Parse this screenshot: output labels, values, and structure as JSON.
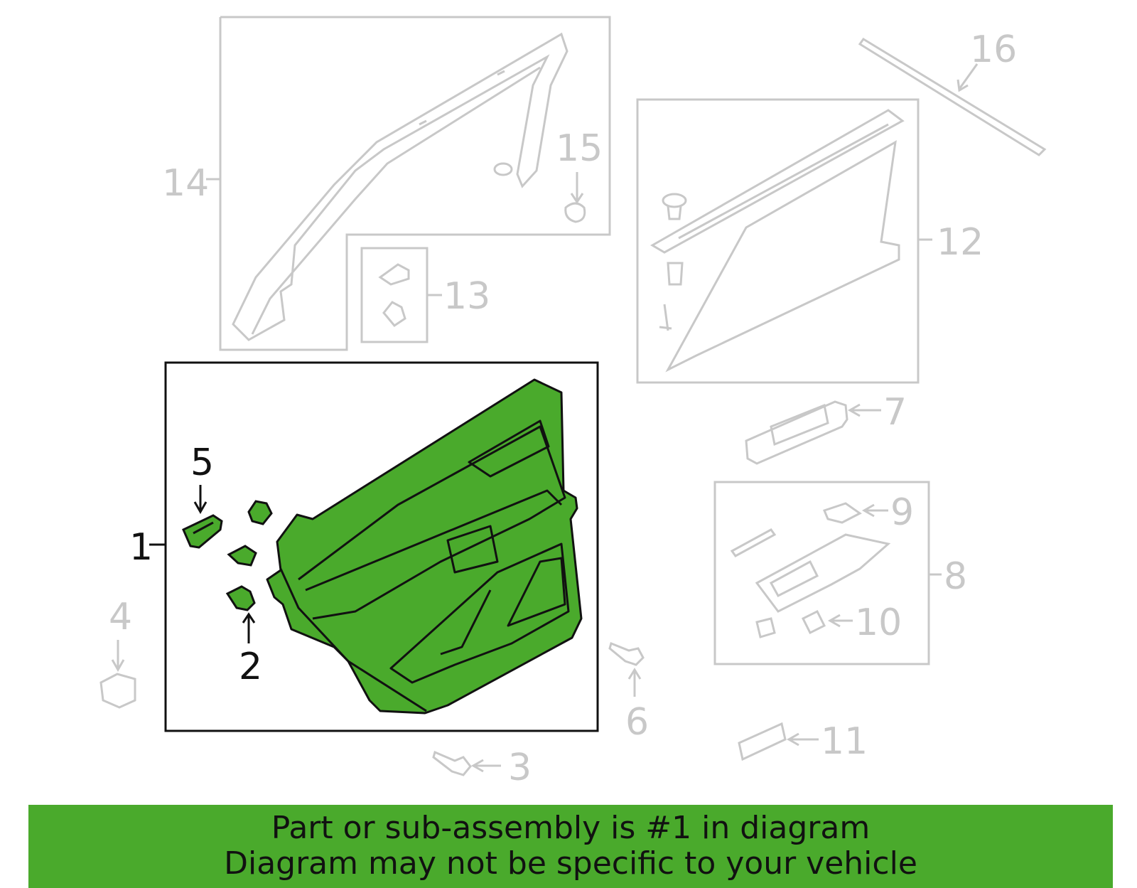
{
  "callouts": {
    "c1": "1",
    "c2": "2",
    "c3": "3",
    "c4": "4",
    "c5": "5",
    "c6": "6",
    "c7": "7",
    "c8": "8",
    "c9": "9",
    "c10": "10",
    "c11": "11",
    "c12": "12",
    "c13": "13",
    "c14": "14",
    "c15": "15",
    "c16": "16"
  },
  "highlighted_part": "1",
  "footer": {
    "line1": "Part or sub-assembly is #1 in diagram",
    "line2": "Diagram may not be specific to your vehicle"
  },
  "colors": {
    "highlight_green": "#4aaa2c",
    "dimmed_gray": "#c8c8c8",
    "active_black": "#111111"
  }
}
